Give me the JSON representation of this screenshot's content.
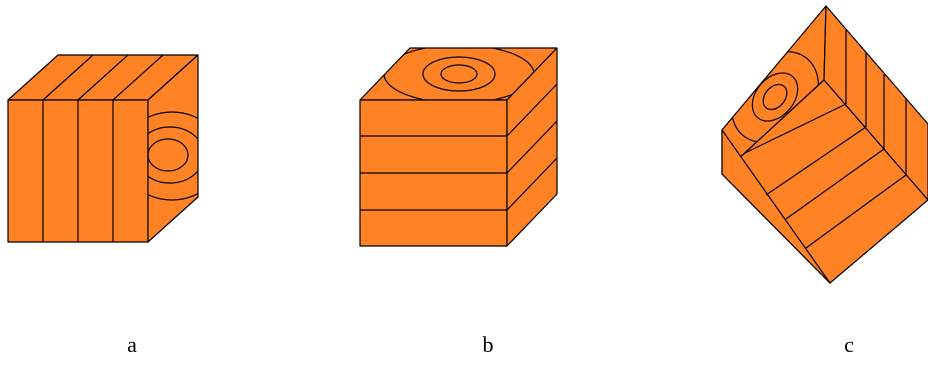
{
  "figure": {
    "labels": [
      "a",
      "b",
      "c"
    ],
    "fill_color": "#FF8224",
    "line_color": "#000000"
  }
}
